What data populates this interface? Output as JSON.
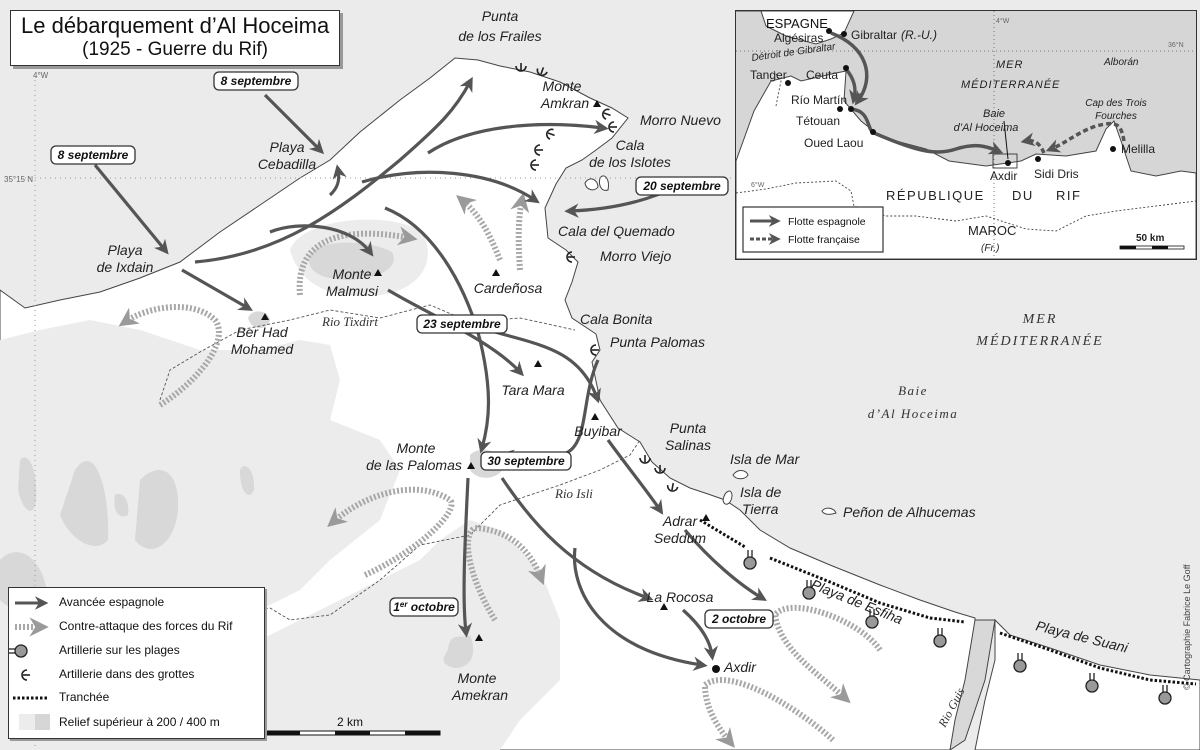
{
  "title": {
    "line1": "Le débarquement d’Al Hoceima",
    "line2": "(1925 - Guerre du Rif)"
  },
  "graticule": {
    "lon": "4°W",
    "lat": "35°15 N"
  },
  "colors": {
    "sea": "#ebebeb",
    "land": "#ffffff",
    "relief_200": "#ececec",
    "relief_400": "#d6d6d6",
    "spanish_advance": "#555555",
    "rif_counter": "#a8a8a8"
  },
  "places": {
    "punta_frailes": [
      "Punta",
      "de los Frailes"
    ],
    "monte_amkran": [
      "Monte",
      "Amkran"
    ],
    "morro_nuevo": "Morro Nuevo",
    "cala_islotes": [
      "Cala",
      "de los Islotes"
    ],
    "cala_quemado": "Cala del Quemado",
    "morro_viejo": "Morro Viejo",
    "cala_bonita": "Cala Bonita",
    "punta_palomas": "Punta Palomas",
    "playa_cebadilla": [
      "Playa",
      "Cebadilla"
    ],
    "playa_ixdain": [
      "Playa",
      "de Ixdain"
    ],
    "monte_malmusi": [
      "Monte",
      "Malmusi"
    ],
    "cardenosa": "Cardeñosa",
    "ber_had": [
      "Ber Had",
      "Mohamed"
    ],
    "rio_tixdirt": "Rio Tixdirt",
    "tara_mara": "Tara Mara",
    "buyibar": "Buyibar",
    "punta_salinas": [
      "Punta",
      "Salinas"
    ],
    "monte_palomas": [
      "Monte",
      "de las Palomas"
    ],
    "rio_isli": "Rio Isli",
    "isla_mar": "Isla de Mar",
    "isla_tierra": [
      "Isla de",
      "Tierra"
    ],
    "penon": "Peñon de Alhucemas",
    "adrar": [
      "Adrar",
      "Seddum"
    ],
    "playa_esfiha": "Playa de Esfiha",
    "playa_suani": "Playa de Suani",
    "rio_guis": "Rio Guis",
    "la_rocosa": "La Rocosa",
    "axdir": "Axdir",
    "monte_amekran": [
      "Monte",
      "Amekran"
    ],
    "mer": [
      "MER",
      "MÉDITERRANÉE"
    ],
    "baie": [
      "Baie",
      "d’Al Hoceima"
    ]
  },
  "dates": {
    "d1": "8 septembre",
    "d2": "8 septembre",
    "d3": "20 septembre",
    "d4": "23 septembre",
    "d5": "30 septembre",
    "d6_num": "1",
    "d6_sup": "er",
    "d6_rest": " octobre",
    "d7": "2 octobre"
  },
  "legend": {
    "items": [
      {
        "label": "Avancée espagnole",
        "icon": "dark-arrow"
      },
      {
        "label": "Contre-attaque des forces du Rif",
        "icon": "dashed-gray-arrow"
      },
      {
        "label": "Artillerie sur les plages",
        "icon": "cannon"
      },
      {
        "label": "Artillerie dans des grottes",
        "icon": "cave-gun"
      },
      {
        "label": "Tranchée",
        "icon": "dotted-line"
      },
      {
        "label": "Relief supérieur à 200 / 400 m",
        "icon": "relief-swatches"
      }
    ]
  },
  "scale": {
    "label": "2 km"
  },
  "credit": "© Cartographie Fabrice Le Goff",
  "inset": {
    "espagne": "ESPAGNE",
    "algesiras": "Algésiras",
    "gibraltar": "Gibraltar",
    "gibraltar_note": "(R.-U.)",
    "detroit": "Détroit de Gibraltar",
    "tanger": "Tanger",
    "ceuta": "Ceuta",
    "rio_martin": "Río Martín",
    "tetouan": "Tétouan",
    "oued_laou": "Oued Laou",
    "mer": [
      "MER",
      "MÉDITERRANÉE"
    ],
    "alboran": "Alborán",
    "baie": [
      "Baie",
      "d’Al Hoceima"
    ],
    "cap": [
      "Cap des Trois",
      "Fourches"
    ],
    "melilla": "Melilla",
    "axdir": "Axdir",
    "sidi_dris": "Sidi Dris",
    "republique": "RÉPUBLIQUE",
    "du": "DU",
    "rif": "RIF",
    "maroc": "MAROC",
    "maroc_note": "(Fr.)",
    "lon4": "4°W",
    "lon6": "6°W",
    "lat36": "36°N",
    "legend": [
      "Flotte espagnole",
      "Flotte française"
    ],
    "scale": "50 km"
  }
}
